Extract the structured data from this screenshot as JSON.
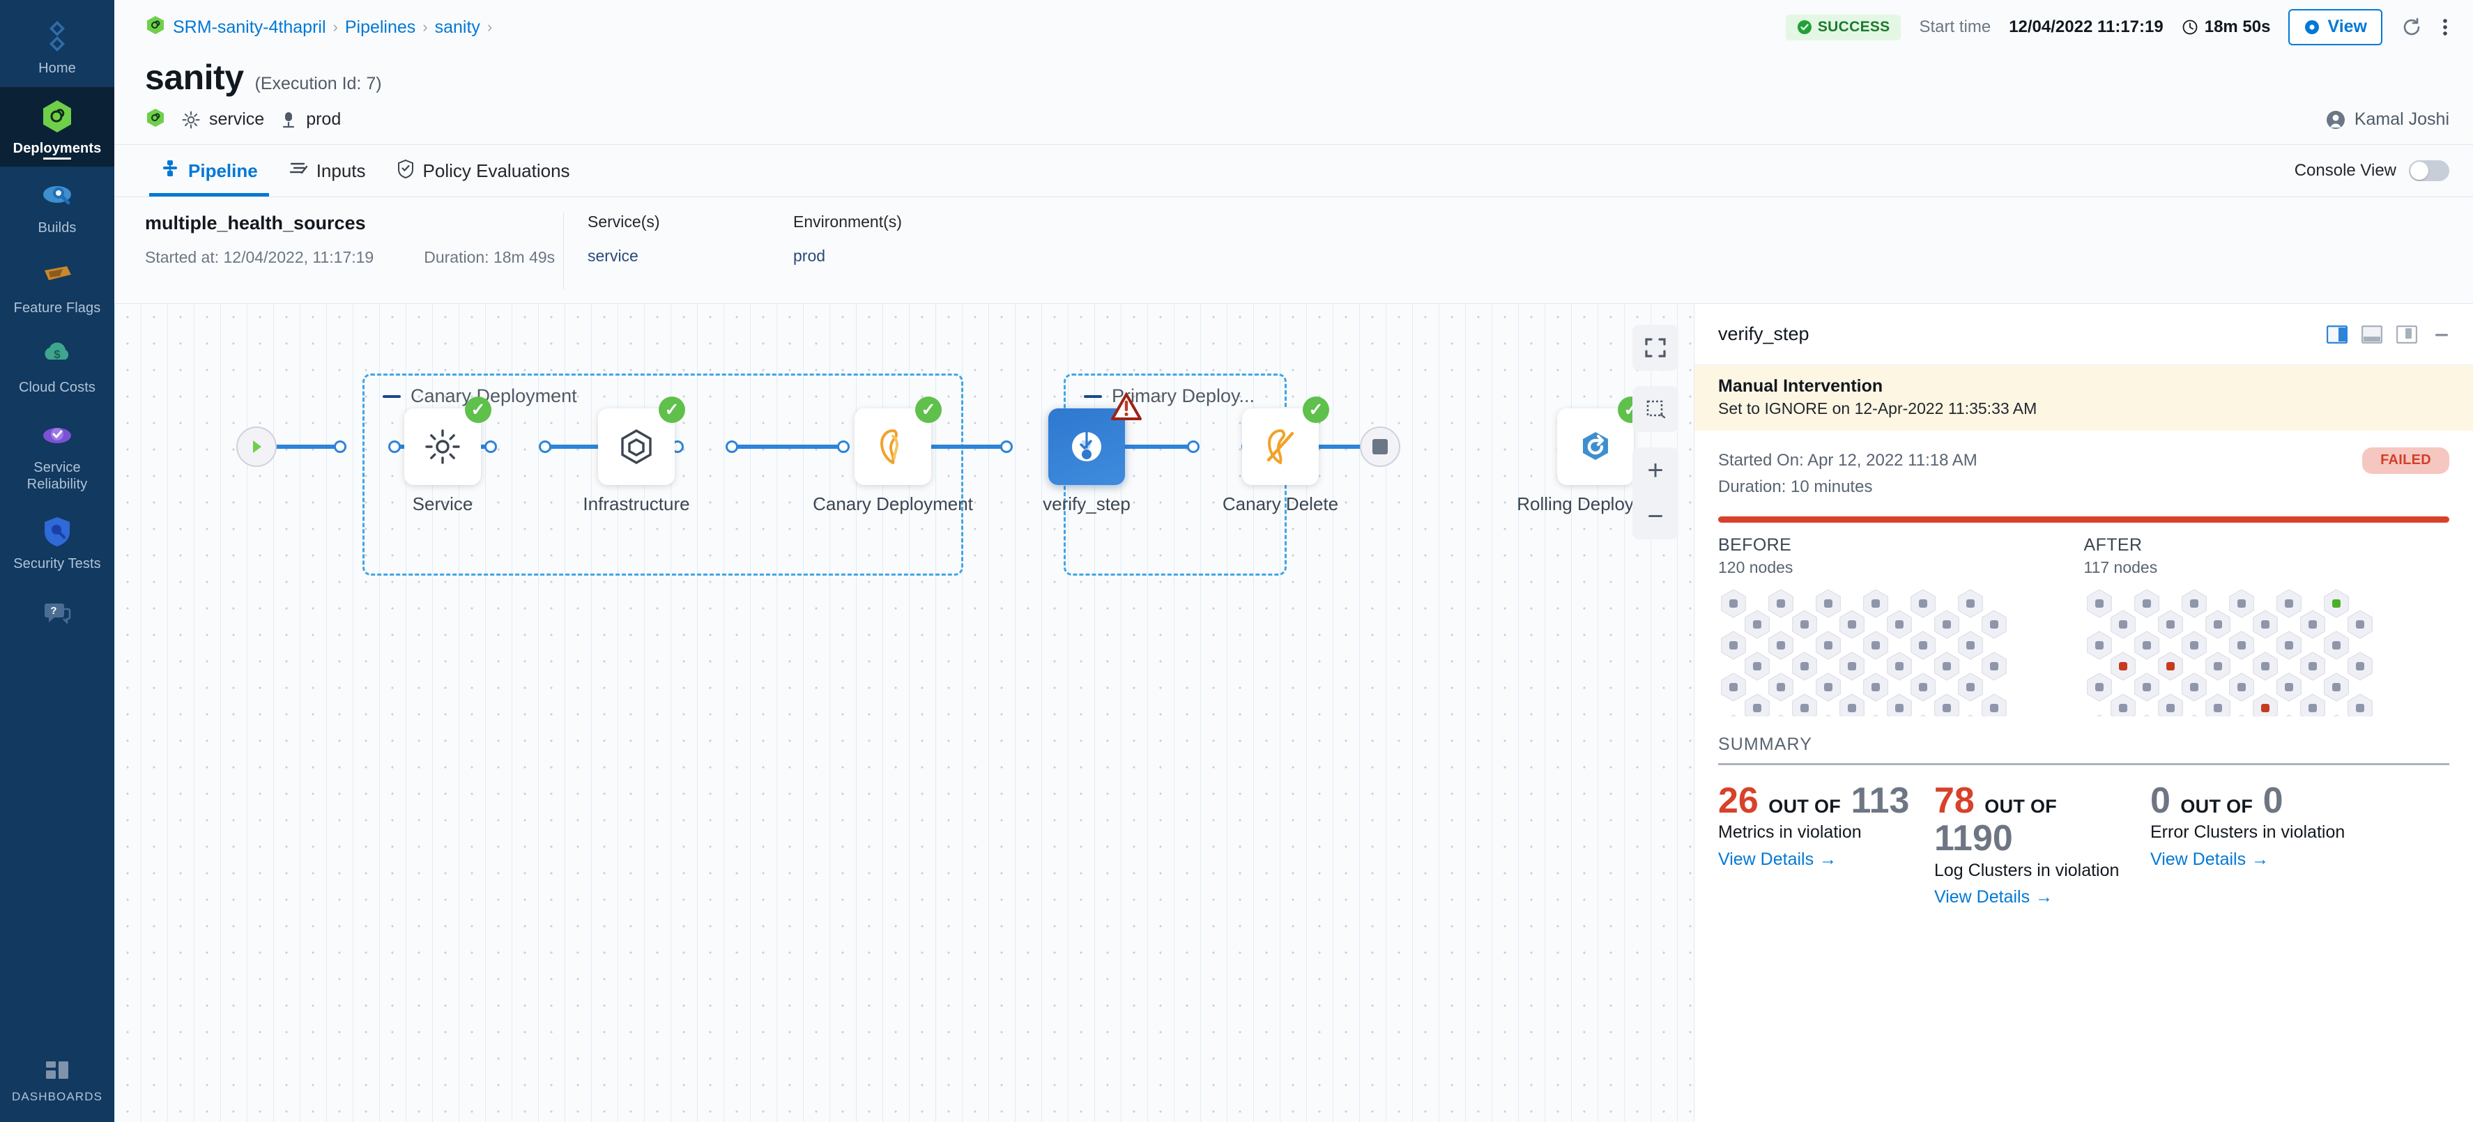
{
  "sidebar": {
    "items": [
      {
        "label": "Home",
        "icon": "home-grid-icon",
        "active": false
      },
      {
        "label": "Deployments",
        "icon": "deployments-infinity-icon",
        "active": true
      },
      {
        "label": "Builds",
        "icon": "builds-icon",
        "active": false
      },
      {
        "label": "Feature Flags",
        "icon": "feature-flags-icon",
        "active": false
      },
      {
        "label": "Cloud Costs",
        "icon": "cloud-costs-icon",
        "active": false
      },
      {
        "label": "Service Reliability",
        "icon": "service-reliability-icon",
        "active": false
      },
      {
        "label": "Security Tests",
        "icon": "security-tests-shield-icon",
        "active": false
      }
    ],
    "help": {
      "icon": "help-chat-icon"
    },
    "dashboards": {
      "label": "DASHBOARDS",
      "icon": "dashboards-grid-icon"
    }
  },
  "header": {
    "breadcrumb": [
      {
        "label": "SRM-sanity-4thapril",
        "icon": "project-infinity-icon"
      },
      {
        "label": "Pipelines"
      },
      {
        "label": "sanity"
      }
    ],
    "breadcrumb_separator": "›",
    "status_badge": "SUCCESS",
    "start_time_label": "Start time",
    "start_time_value": "12/04/2022 11:17:19",
    "duration": "18m 50s",
    "view_button": "View",
    "refresh_icon": "refresh-icon",
    "more_icon": "more-vertical-icon",
    "title": "sanity",
    "execution_id": "(Execution Id: 7)",
    "service_chip": "service",
    "env_chip": "prod",
    "user": "Kamal Joshi"
  },
  "tabs": [
    {
      "label": "Pipeline",
      "icon": "pipeline-icon",
      "active": true
    },
    {
      "label": "Inputs",
      "icon": "inputs-icon",
      "active": false
    },
    {
      "label": "Policy Evaluations",
      "icon": "policy-shield-icon",
      "active": false
    }
  ],
  "console_view": {
    "label": "Console View",
    "enabled": false
  },
  "exec_strip": {
    "stage_name": "multiple_health_sources",
    "started_at": "Started at: 12/04/2022, 11:17:19",
    "duration": "Duration: 18m 49s",
    "services_header": "Service(s)",
    "services_value": "service",
    "environments_header": "Environment(s)",
    "environments_value": "prod"
  },
  "canvas": {
    "tools": [
      {
        "name": "fit-to-screen-icon"
      },
      {
        "name": "selection-box-icon"
      },
      {
        "name": "zoom-in-icon",
        "glyph": "+"
      },
      {
        "name": "zoom-out-icon",
        "glyph": "−"
      }
    ],
    "groups": [
      {
        "id": "canary",
        "label": "Canary Deployment"
      },
      {
        "id": "primary",
        "label": "Primary Deploy..."
      }
    ],
    "nodes": [
      {
        "id": "service",
        "label": "Service",
        "icon": "gear-icon",
        "status": "success",
        "selected": false
      },
      {
        "id": "infrastructure",
        "label": "Infrastructure",
        "icon": "infrastructure-hex-icon",
        "status": "success",
        "selected": false
      },
      {
        "id": "canary-deployment",
        "label": "Canary Deployment",
        "icon": "canary-bird-icon",
        "status": "success",
        "selected": false
      },
      {
        "id": "verify-step",
        "label": "verify_step",
        "icon": "verify-step-icon",
        "status": "warning",
        "selected": true
      },
      {
        "id": "canary-delete",
        "label": "Canary Delete",
        "icon": "canary-delete-icon",
        "status": "success",
        "selected": false
      },
      {
        "id": "rolling-deployment",
        "label": "Rolling Deployment",
        "icon": "rolling-deployment-icon",
        "status": "success",
        "selected": false
      }
    ]
  },
  "panel": {
    "title": "verify_step",
    "layout_icons": [
      "panel-right-icon",
      "panel-bottom-icon",
      "panel-float-icon",
      "minimize-icon"
    ],
    "manual_intervention": {
      "title": "Manual Intervention",
      "subtitle": "Set to IGNORE on 12-Apr-2022 11:35:33 AM"
    },
    "started_on": "Started On: Apr 12, 2022 11:18 AM",
    "duration": "Duration: 10 minutes",
    "status": "FAILED",
    "before": {
      "header": "BEFORE",
      "nodes": "120 nodes"
    },
    "after": {
      "header": "AFTER",
      "nodes": "117 nodes"
    },
    "summary_header": "SUMMARY",
    "out_of_label": "OUT OF",
    "view_details": "View Details",
    "stats": [
      {
        "value": "26",
        "total": "113",
        "desc": "Metrics in violation",
        "value_color": "#d8412a"
      },
      {
        "value": "78",
        "total": "1190",
        "desc": "Log Clusters in violation",
        "value_color": "#d8412a"
      },
      {
        "value": "0",
        "total": "0",
        "desc": "Error Clusters in violation",
        "value_color": "#6e7684"
      }
    ]
  },
  "hex_grids": {
    "before": {
      "cols": 12,
      "rows": 5,
      "green": [],
      "red": []
    },
    "after": {
      "cols": 12,
      "rows": 5,
      "green": [
        [
          0,
          10
        ]
      ],
      "red": [
        [
          1,
          1
        ],
        [
          1,
          3
        ],
        [
          2,
          7
        ]
      ]
    }
  },
  "colors": {
    "accent_blue": "#0278d5",
    "success_green": "#5fc04c",
    "fail_red": "#d8412a",
    "sidebar_bg": "#12395f",
    "sidebar_active": "#0b2135"
  }
}
